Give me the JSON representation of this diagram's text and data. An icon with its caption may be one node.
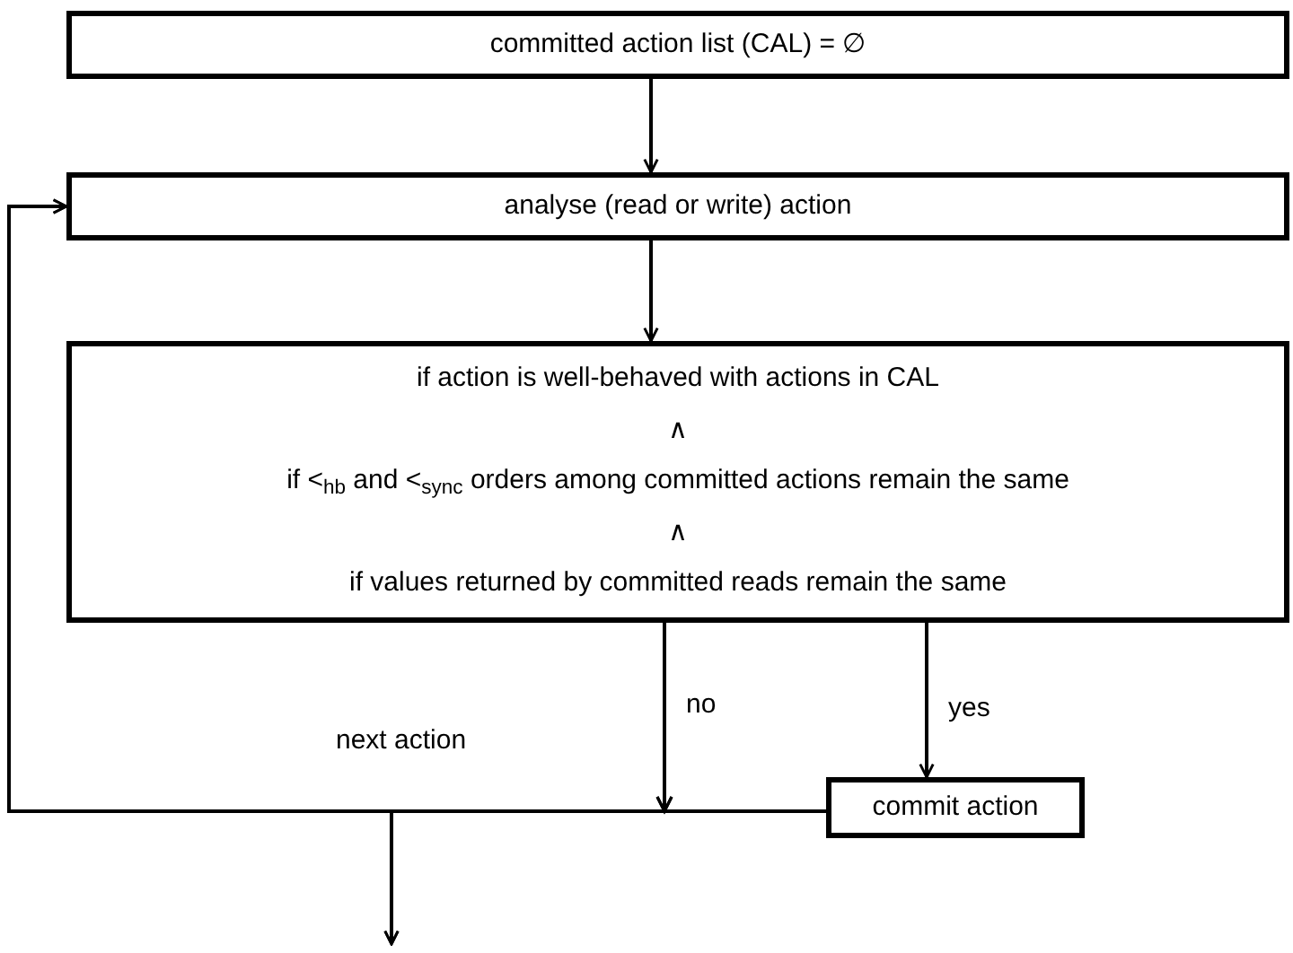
{
  "diagram": {
    "nodes": [
      {
        "text": [
          "committed action list (CAL) = ∅"
        ]
      },
      {
        "text": [
          "analyse (read or write) action"
        ]
      },
      {
        "text": [
          "if action is well-behaved with actions in CAL",
          "∧",
          "if <$_{hb}$ and <$_{sync}$ orders among committed actions remain the same",
          "∧",
          "if values returned by committed reads remain the same"
        ]
      },
      {
        "text": [
          "commit action"
        ]
      }
    ],
    "edges": [
      {
        "from": 0,
        "to": 1,
        "arrow": "to"
      },
      {
        "from": 1,
        "to": 2,
        "arrow": "to"
      },
      {
        "from": 2,
        "to": 3,
        "arrow": "to",
        "label": "yes"
      },
      {
        "from": 2,
        "to": 1,
        "arrow": "to",
        "label": "no"
      },
      {
        "from": 3,
        "to": 1,
        "arrow": "to",
        "label": "next action"
      },
      {
        "from": 2,
        "to": null,
        "arrow": "to"
      },
      {
        "from": 3,
        "to": null,
        "arrow": "to"
      }
    ]
  }
}
